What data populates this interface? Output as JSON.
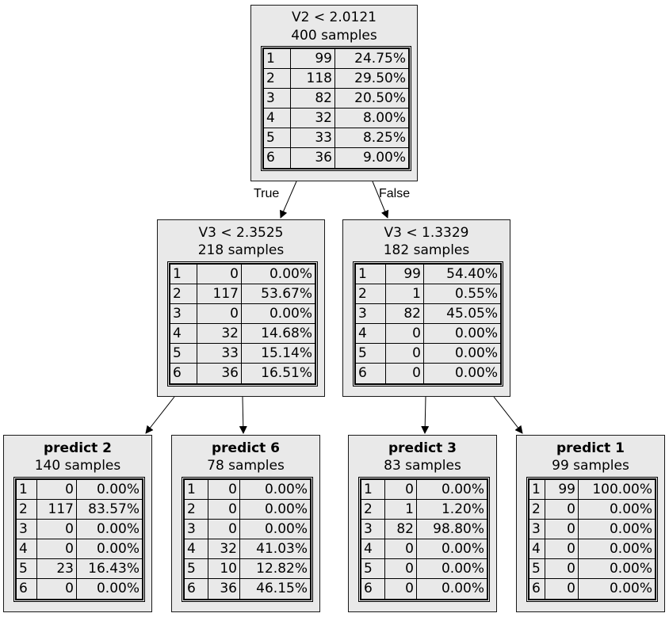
{
  "edges": {
    "true_label": "True",
    "false_label": "False"
  },
  "nodes": {
    "root": {
      "title": "V2 < 2.0121",
      "samples": "400 samples",
      "rows": [
        [
          "1",
          "99",
          "24.75%"
        ],
        [
          "2",
          "118",
          "29.50%"
        ],
        [
          "3",
          "82",
          "20.50%"
        ],
        [
          "4",
          "32",
          "8.00%"
        ],
        [
          "5",
          "33",
          "8.25%"
        ],
        [
          "6",
          "36",
          "9.00%"
        ]
      ]
    },
    "left": {
      "title": "V3 < 2.3525",
      "samples": "218 samples",
      "rows": [
        [
          "1",
          "0",
          "0.00%"
        ],
        [
          "2",
          "117",
          "53.67%"
        ],
        [
          "3",
          "0",
          "0.00%"
        ],
        [
          "4",
          "32",
          "14.68%"
        ],
        [
          "5",
          "33",
          "15.14%"
        ],
        [
          "6",
          "36",
          "16.51%"
        ]
      ]
    },
    "right": {
      "title": "V3 < 1.3329",
      "samples": "182 samples",
      "rows": [
        [
          "1",
          "99",
          "54.40%"
        ],
        [
          "2",
          "1",
          "0.55%"
        ],
        [
          "3",
          "82",
          "45.05%"
        ],
        [
          "4",
          "0",
          "0.00%"
        ],
        [
          "5",
          "0",
          "0.00%"
        ],
        [
          "6",
          "0",
          "0.00%"
        ]
      ]
    },
    "leaf1": {
      "title": "predict 2",
      "samples": "140 samples",
      "rows": [
        [
          "1",
          "0",
          "0.00%"
        ],
        [
          "2",
          "117",
          "83.57%"
        ],
        [
          "3",
          "0",
          "0.00%"
        ],
        [
          "4",
          "0",
          "0.00%"
        ],
        [
          "5",
          "23",
          "16.43%"
        ],
        [
          "6",
          "0",
          "0.00%"
        ]
      ]
    },
    "leaf2": {
      "title": "predict 6",
      "samples": "78 samples",
      "rows": [
        [
          "1",
          "0",
          "0.00%"
        ],
        [
          "2",
          "0",
          "0.00%"
        ],
        [
          "3",
          "0",
          "0.00%"
        ],
        [
          "4",
          "32",
          "41.03%"
        ],
        [
          "5",
          "10",
          "12.82%"
        ],
        [
          "6",
          "36",
          "46.15%"
        ]
      ]
    },
    "leaf3": {
      "title": "predict 3",
      "samples": "83 samples",
      "rows": [
        [
          "1",
          "0",
          "0.00%"
        ],
        [
          "2",
          "1",
          "1.20%"
        ],
        [
          "3",
          "82",
          "98.80%"
        ],
        [
          "4",
          "0",
          "0.00%"
        ],
        [
          "5",
          "0",
          "0.00%"
        ],
        [
          "6",
          "0",
          "0.00%"
        ]
      ]
    },
    "leaf4": {
      "title": "predict 1",
      "samples": "99 samples",
      "rows": [
        [
          "1",
          "99",
          "100.00%"
        ],
        [
          "2",
          "0",
          "0.00%"
        ],
        [
          "3",
          "0",
          "0.00%"
        ],
        [
          "4",
          "0",
          "0.00%"
        ],
        [
          "5",
          "0",
          "0.00%"
        ],
        [
          "6",
          "0",
          "0.00%"
        ]
      ]
    }
  }
}
